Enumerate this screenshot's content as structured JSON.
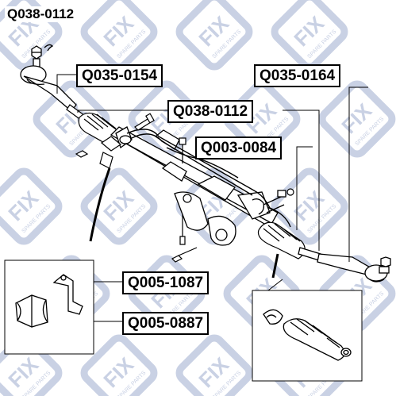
{
  "page_title": "Q038-0112",
  "parts": [
    {
      "number": "Q035-0154"
    },
    {
      "number": "Q035-0164"
    },
    {
      "number": "Q038-0112"
    },
    {
      "number": "Q003-0084"
    },
    {
      "number": "Q005-1087"
    },
    {
      "number": "Q005-0887"
    }
  ],
  "watermark": {
    "brand": "FIX",
    "tagline": "SPARE PARTS",
    "color": "#c9d1e4"
  },
  "colors": {
    "line": "#000000",
    "label_border": "#000000",
    "background": "#ffffff"
  }
}
